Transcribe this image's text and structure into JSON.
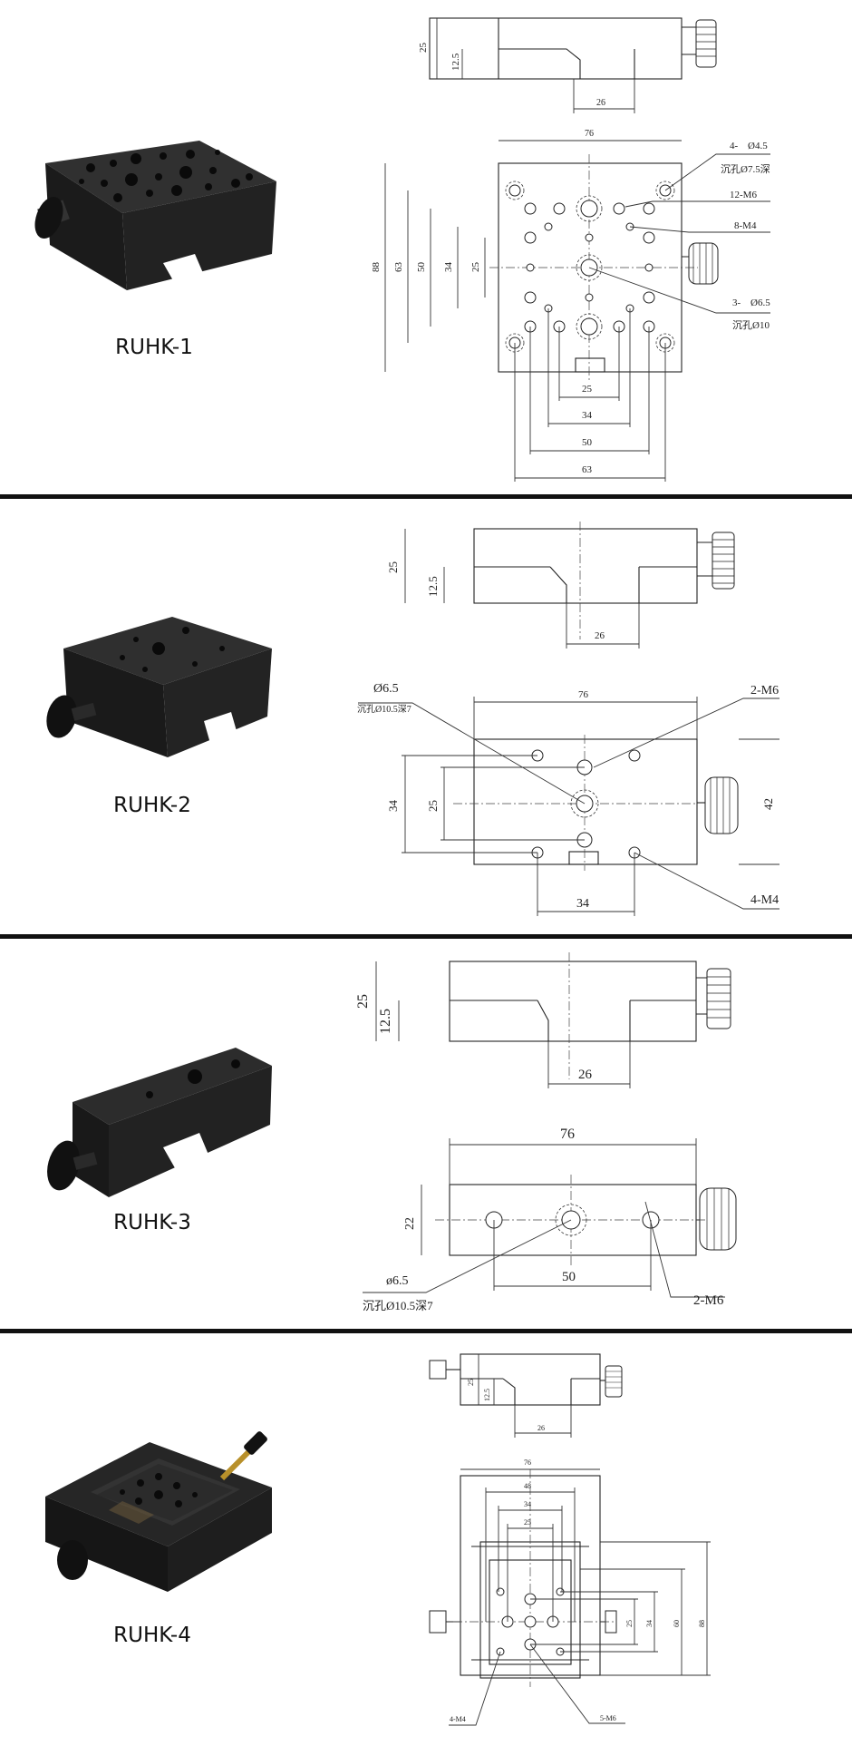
{
  "panels": [
    {
      "model": "RUHK-1",
      "side_view": {
        "height": "25",
        "mid_height": "12.5",
        "slot_width": "26"
      },
      "top_view": {
        "width": "76",
        "h_dims": [
          "25",
          "34",
          "50",
          "63"
        ],
        "v_dims": [
          "88",
          "63",
          "50",
          "34",
          "25"
        ],
        "callouts": {
          "counterbore_count": "4-",
          "counterbore_dia": "Ø4.5",
          "counterbore_note": "沉孔Ø7.5深",
          "threaded_m6": "12-M6",
          "threaded_m4": "8-M4",
          "center_count": "3-",
          "center_dia": "Ø6.5",
          "center_note": "沉孔Ø10"
        }
      }
    },
    {
      "model": "RUHK-2",
      "side_view": {
        "height": "25",
        "mid_height": "12.5",
        "slot_width": "26"
      },
      "top_view": {
        "width": "76",
        "h_dims": [
          "34"
        ],
        "v_dims": [
          "34",
          "25",
          "42"
        ],
        "callouts": {
          "center_dia": "Ø6.5",
          "center_note": "沉孔Ø10.5深7",
          "threaded_m6": "2-M6",
          "threaded_m4": "4-M4"
        }
      }
    },
    {
      "model": "RUHK-3",
      "side_view": {
        "height": "25",
        "mid_height": "12.5",
        "slot_width": "26"
      },
      "top_view": {
        "width": "76",
        "h_dims": [
          "50"
        ],
        "v_dims": [
          "22"
        ],
        "callouts": {
          "center_dia": "ø6.5",
          "center_note": "沉孔Ø10.5深7",
          "threaded_m6": "2-M6"
        }
      }
    },
    {
      "model": "RUHK-4",
      "side_view": {
        "height": "25",
        "mid_height": "12.5",
        "slot_width": "26"
      },
      "top_view": {
        "width": "76",
        "h_dims": [
          "48",
          "34",
          "25"
        ],
        "v_dims": [
          "25",
          "34",
          "60",
          "88"
        ],
        "callouts": {
          "threaded_m4": "4-M4",
          "threaded_m6": "5-M6"
        }
      }
    }
  ],
  "colors": {
    "stage_body": "#1c1c1c",
    "stage_top": "#2a2a2a",
    "knob": "#151515",
    "divider": "#111111",
    "brass_screw": "#b8902a"
  }
}
